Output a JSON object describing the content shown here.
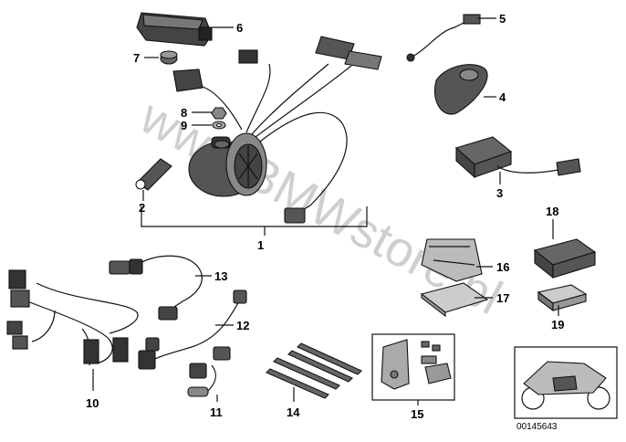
{
  "diagram": {
    "watermark": "www.BMWstore.pl",
    "reference_code": "00145643",
    "callouts": {
      "c1": "1",
      "c2": "2",
      "c3": "3",
      "c4": "4",
      "c5": "5",
      "c6": "6",
      "c7": "7",
      "c8": "8",
      "c9": "9",
      "c10": "10",
      "c11": "11",
      "c12": "12",
      "c13": "13",
      "c14": "14",
      "c15": "15",
      "c16": "16",
      "c17": "17",
      "c18": "18",
      "c19": "19"
    }
  }
}
